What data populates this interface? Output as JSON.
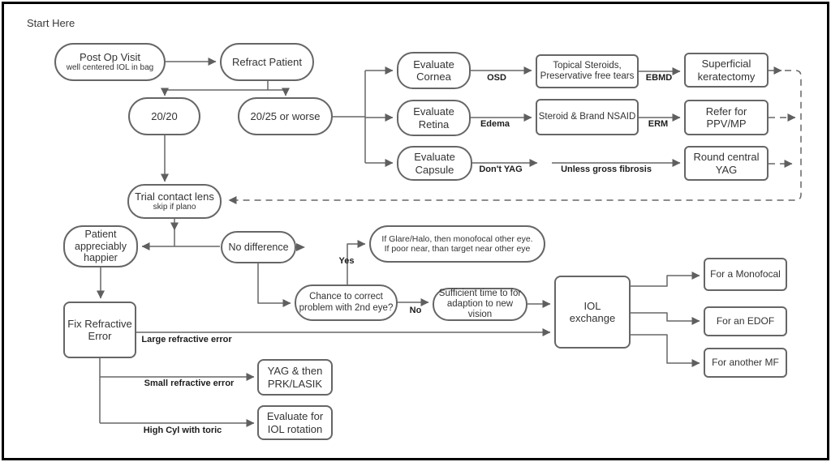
{
  "palette": {
    "line": "#666666",
    "box_border": "#666666",
    "node_text": "#333333",
    "edge_label_text": "#1c1c1c",
    "background": "#ffffff",
    "frame": "#000000"
  },
  "title_label": "Start Here",
  "nodes": {
    "post_op_visit": {
      "lines": [
        "Post Op Visit",
        "well centered IOL in bag"
      ]
    },
    "refract_patient": {
      "lines": [
        "Refract Patient"
      ]
    },
    "vision_20_20": {
      "lines": [
        "20/20"
      ]
    },
    "vision_20_25": {
      "lines": [
        "20/25 or worse"
      ]
    },
    "evaluate_cornea": {
      "lines": [
        "Evaluate",
        "Cornea"
      ]
    },
    "topical_steroids": {
      "lines": [
        "Topical Steroids,",
        "Preservative free tears"
      ]
    },
    "superficial_keratectomy": {
      "lines": [
        "Superficial",
        "keratectomy"
      ]
    },
    "evaluate_retina": {
      "lines": [
        "Evaluate",
        "Retina"
      ]
    },
    "steroid_nsaid": {
      "lines": [
        "Steroid & Brand NSAID"
      ]
    },
    "refer_ppv": {
      "lines": [
        "Refer for",
        "PPV/MP"
      ]
    },
    "evaluate_capsule": {
      "lines": [
        "Evaluate",
        "Capsule"
      ]
    },
    "round_central_yag": {
      "lines": [
        "Round central",
        "YAG"
      ]
    },
    "trial_contact_lens": {
      "lines": [
        "Trial contact lens",
        "skip if plano"
      ]
    },
    "patient_happier": {
      "lines": [
        "Patient",
        "appreciably",
        "happier"
      ]
    },
    "no_difference": {
      "lines": [
        "No difference"
      ]
    },
    "glare_halo": {
      "lines": [
        "If Glare/Halo, then monofocal other eye.",
        "If poor near, than target near other eye"
      ]
    },
    "chance_correct": {
      "lines": [
        "Chance to correct",
        "problem with 2nd eye?"
      ]
    },
    "sufficient_time": {
      "lines": [
        "Sufficient time to for",
        "adaption to new vision"
      ]
    },
    "fix_refractive_error": {
      "lines": [
        "Fix Refractive",
        "Error"
      ]
    },
    "iol_exchange": {
      "lines": [
        "IOL",
        "exchange"
      ]
    },
    "yag_prk_lasik": {
      "lines": [
        "YAG & then",
        "PRK/LASIK"
      ]
    },
    "evaluate_iol_rotation": {
      "lines": [
        "Evaluate for",
        "IOL rotation"
      ]
    },
    "for_monofocal": {
      "lines": [
        "For a Monofocal"
      ]
    },
    "for_edof": {
      "lines": [
        "For an EDOF"
      ]
    },
    "for_another_mf": {
      "lines": [
        "For another MF"
      ]
    }
  },
  "edge_labels": {
    "osd": "OSD",
    "ebmd": "EBMD",
    "edema": "Edema",
    "erm": "ERM",
    "dont_yag": "Don't YAG",
    "unless_fibrosis": "Unless gross fibrosis",
    "yes": "Yes",
    "no": "No",
    "large_refractive": "Large refractive error",
    "small_refractive": "Small refractive error",
    "high_cyl": "High Cyl with toric"
  }
}
